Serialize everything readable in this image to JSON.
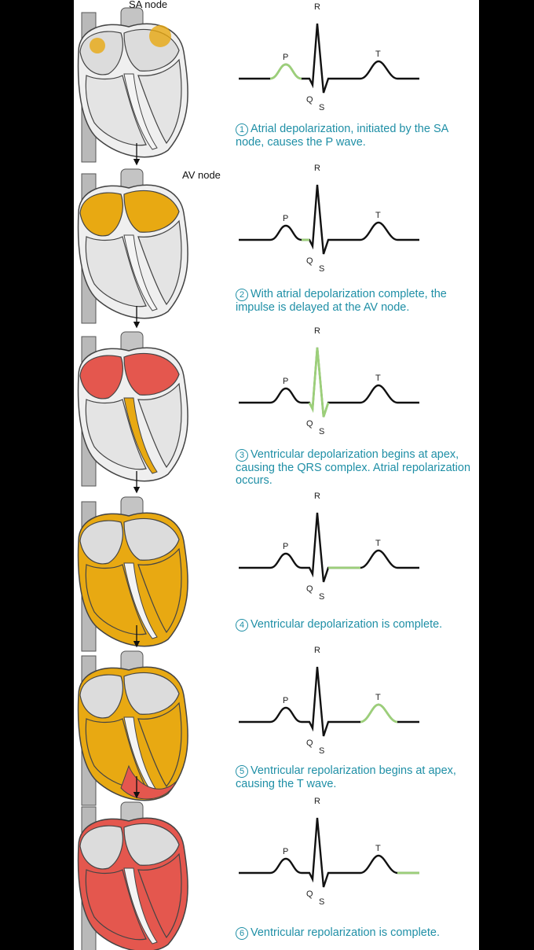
{
  "labels": {
    "sa_node": "SA node",
    "av_node": "AV node",
    "ecg_r": "R",
    "ecg_p": "P",
    "ecg_q": "Q",
    "ecg_s": "S",
    "ecg_t": "T"
  },
  "colors": {
    "depolarization": "#e8a912",
    "repolarization": "#e4574e",
    "ecg_highlight": "#9ccf7a",
    "ecg_trace": "#111111",
    "caption_text": "#1f8fa6",
    "heart_gray": "#c8c8c8"
  },
  "steps": [
    {
      "number": "1",
      "caption": "Atrial depolarization, initiated by the SA node, causes the P wave.",
      "highlight_segment": "p-wave"
    },
    {
      "number": "2",
      "caption": "With atrial depolarization complete, the impulse is delayed at the AV node.",
      "highlight_segment": "pr-segment"
    },
    {
      "number": "3",
      "caption": "Ventricular depolarization begins at apex, causing the QRS complex. Atrial repolarization occurs.",
      "highlight_segment": "qrs-complex"
    },
    {
      "number": "4",
      "caption": "Ventricular depolarization is complete.",
      "highlight_segment": "st-segment"
    },
    {
      "number": "5",
      "caption": "Ventricular repolarization begins at apex, causing the T wave.",
      "highlight_segment": "t-wave"
    },
    {
      "number": "6",
      "caption": "Ventricular repolarization is complete.",
      "highlight_segment": "tail"
    }
  ]
}
